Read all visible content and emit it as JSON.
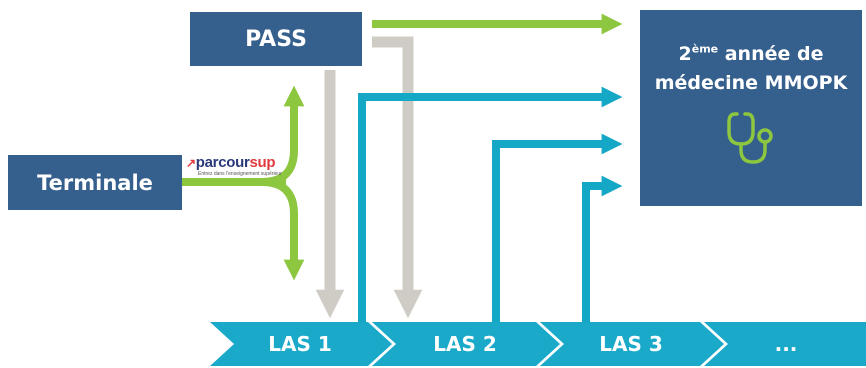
{
  "nodes": {
    "pass": "PASS",
    "terminale": "Terminale",
    "target_sup": "ème",
    "target_prefix": "2",
    "target_line1_rest": " année de",
    "target_line2": "médecine MMOPK"
  },
  "parcoursup": {
    "brand_part1": "parcour",
    "brand_part2": "sup",
    "tagline": "Entrez dans l'enseignement supérieur"
  },
  "las_steps": [
    "LAS 1",
    "LAS 2",
    "LAS 3",
    "..."
  ],
  "colors": {
    "box": "#355f8c",
    "green": "#8dc63f",
    "teal": "#15a7c6",
    "gray": "#cfccc6",
    "chevron": "#1aa9c9"
  },
  "icons": {
    "target_icon": "stethoscope-icon"
  }
}
